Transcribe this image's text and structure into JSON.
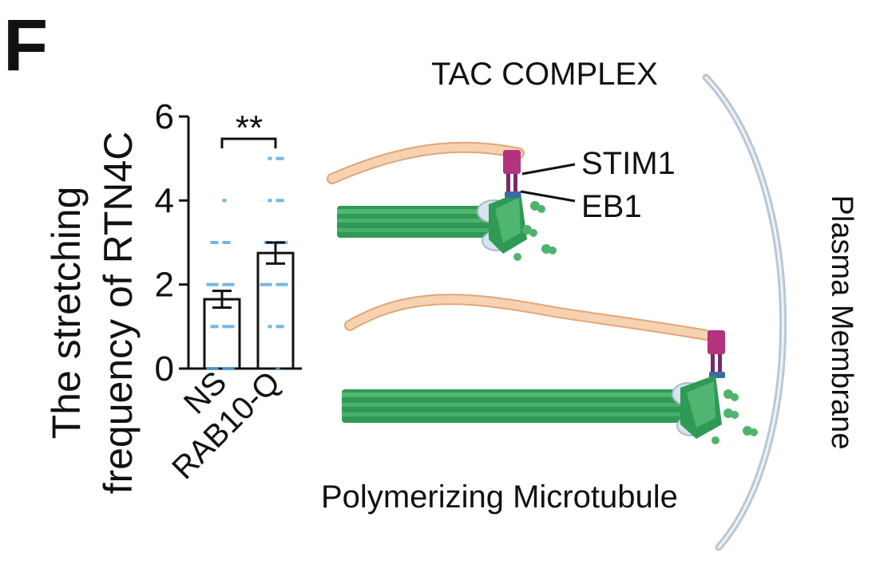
{
  "panel_letter": "F",
  "chart": {
    "ylabel_line1": "The stretching",
    "ylabel_line2": "frequency of RTN4C",
    "significance": "**"
  },
  "chart_data": {
    "type": "bar",
    "categories": [
      "NS",
      "RAB10-Q"
    ],
    "values": [
      1.65,
      2.75
    ],
    "errors": [
      0.2,
      0.25
    ],
    "ylim": [
      0,
      6
    ],
    "yticks": [
      0,
      2,
      4,
      6
    ],
    "points": [
      [
        4,
        3,
        3,
        3,
        3,
        2,
        2,
        2,
        2,
        2,
        2,
        1,
        1,
        1,
        1,
        1,
        0,
        0,
        0,
        0,
        0,
        0
      ],
      [
        5,
        5,
        5,
        4,
        4,
        4,
        3,
        3,
        3,
        3,
        3,
        2,
        2,
        2,
        2,
        2,
        2,
        1,
        1,
        1,
        0
      ]
    ],
    "point_color": "#5aa9e0",
    "bar_fill": "#ffffff",
    "bar_stroke": "#111111",
    "legend": "none",
    "grid": false
  },
  "diagram": {
    "label_top": "TAC COMPLEX",
    "label_stim1": "STIM1",
    "label_eb1": "EB1",
    "label_bottom": "Polymerizing Microtubule",
    "label_membrane": "Plasma Membrane",
    "colors": {
      "er": "#f3c9a3",
      "er_edge": "#e2a677",
      "microtubule": "#2f9a55",
      "microtubule_light": "#6fcf8c",
      "stim1": "#b3337f",
      "membrane": "#b9c8d6",
      "eb1_cap": "#d6e4ef"
    }
  }
}
